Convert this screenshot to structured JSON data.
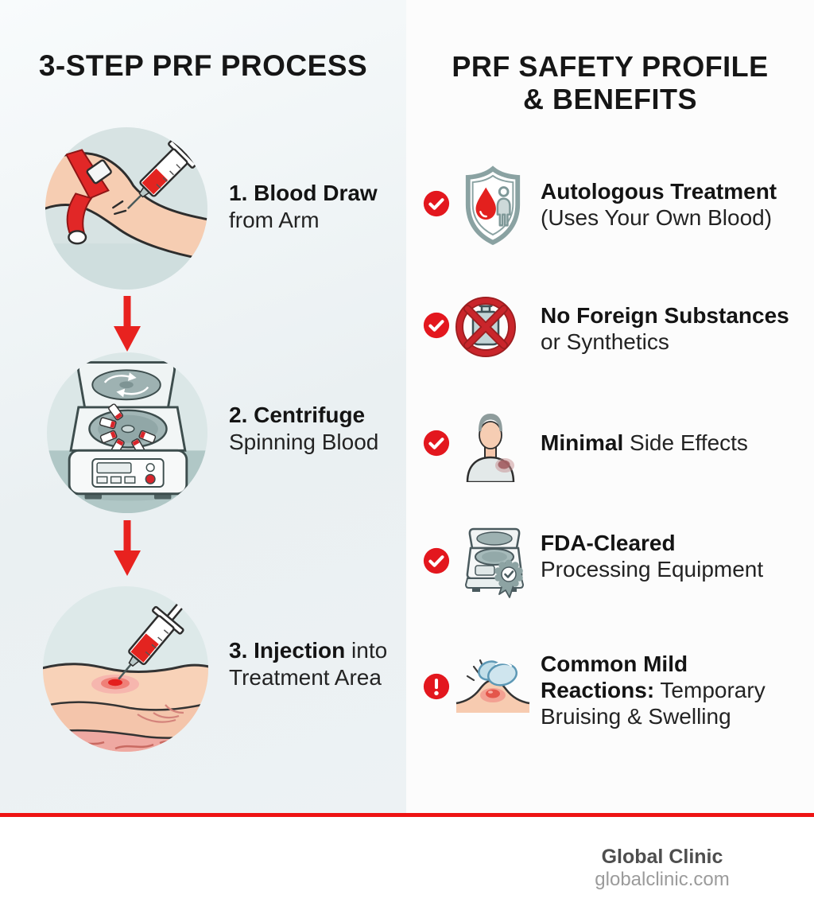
{
  "meta": {
    "accent_red": "#e3171e",
    "divider_red": "#ee1313",
    "left_background": "#edf2f4",
    "right_background": "#fcfcfc",
    "icon_teal": "#8aa2a2"
  },
  "left_panel": {
    "title": "3-STEP PRF PROCESS",
    "steps": [
      {
        "icon": "blood-draw-arm-illustration",
        "bold": "1. Blood Draw",
        "inline": "",
        "line2": "from Arm"
      },
      {
        "icon": "centrifuge-illustration",
        "bold": "2. Centrifuge",
        "inline": "",
        "line2": "Spinning Blood"
      },
      {
        "icon": "injection-skin-illustration",
        "bold": "3. Injection",
        "inline": " into",
        "line2": "Treatment Area"
      }
    ]
  },
  "right_panel": {
    "title_line1": "PRF SAFETY PROFILE",
    "title_line2": "& BENEFITS",
    "benefits": [
      {
        "badge": "check",
        "icon": "shield-blood-person-icon",
        "lines": [
          {
            "bold": "Autologous Treatment",
            "regular": ""
          },
          {
            "bold": "",
            "regular": "(Uses Your Own Blood)"
          }
        ]
      },
      {
        "badge": "check",
        "icon": "no-foreign-substances-icon",
        "lines": [
          {
            "bold": "No Foreign Substances",
            "regular": ""
          },
          {
            "bold": "",
            "regular": "or Synthetics"
          }
        ]
      },
      {
        "badge": "check",
        "icon": "person-bruise-icon",
        "lines": [
          {
            "bold": "Minimal",
            "regular": " Side Effects"
          }
        ]
      },
      {
        "badge": "check",
        "icon": "fda-equipment-icon",
        "lines": [
          {
            "bold": "FDA-Cleared",
            "regular": ""
          },
          {
            "bold": "",
            "regular": "Processing Equipment"
          }
        ]
      },
      {
        "badge": "alert",
        "icon": "ice-pack-swelling-icon",
        "lines": [
          {
            "bold": "Common Mild",
            "regular": ""
          },
          {
            "bold": "Reactions:",
            "regular": " Temporary"
          },
          {
            "bold": "",
            "regular": "Bruising & Swelling"
          }
        ]
      }
    ]
  },
  "footer": {
    "brand": "Global Clinic",
    "website": "globalclinic.com"
  }
}
